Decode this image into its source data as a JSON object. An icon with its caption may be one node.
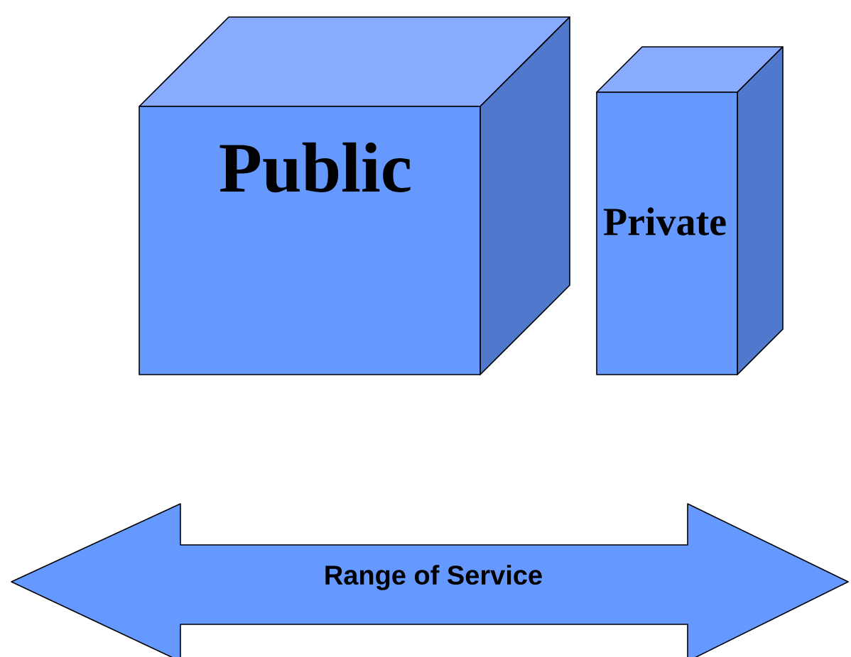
{
  "diagram": {
    "nodes": [
      {
        "text": [
          "Public"
        ]
      },
      {
        "text": [
          "Private"
        ]
      },
      {
        "text": [
          "Range of Service"
        ]
      }
    ]
  }
}
